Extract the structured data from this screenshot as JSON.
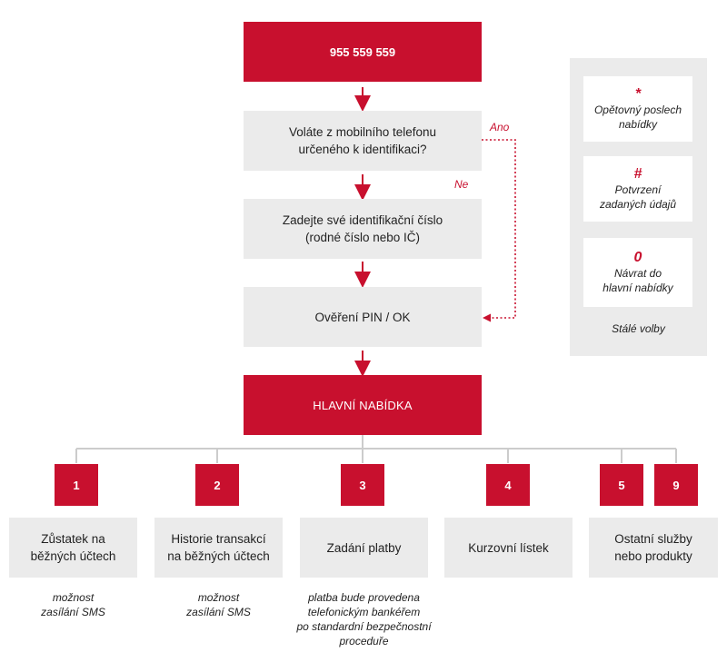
{
  "colors": {
    "accent": "#c8102e",
    "box_grey": "#ebebeb",
    "line_grey": "#cccccc"
  },
  "flow": {
    "phone_number": "955 559 559",
    "q_mobile": "Voláte z mobilního telefonu\nurčeného k identifikaci?",
    "label_yes": "Ano",
    "label_no": "Ne",
    "enter_id": "Zadejte své identifikační číslo\n(rodné číslo nebo IČ)",
    "verify_pin": "Ověření PIN / OK",
    "main_menu": "HLAVNÍ NABÍDKA"
  },
  "options": [
    {
      "number": "1",
      "label": "Zůstatek na\nběžných účtech",
      "note": "možnost\nzasílání SMS"
    },
    {
      "number": "2",
      "label": "Historie transakcí\nna běžných účtech",
      "note": "možnost\nzasílání SMS"
    },
    {
      "number": "3",
      "label": "Zadání platby",
      "note": "platba bude provedena\ntelefonickým bankéřem\npo standardní bezpečnostní\nproceduře"
    },
    {
      "number": "4",
      "label": "Kurzovní lístek",
      "note": ""
    },
    {
      "number": "5",
      "label": "Ostatní služby\nnebo produkty",
      "note": ""
    },
    {
      "number": "9",
      "label": "",
      "note": ""
    }
  ],
  "side": {
    "items": [
      {
        "symbol": "*",
        "text": "Opětovný poslech\nnabídky"
      },
      {
        "symbol": "#",
        "text": "Potvrzení\nzadaných údajů"
      },
      {
        "symbol": "0",
        "text": "Návrat do\nhlavní nabídky"
      }
    ],
    "footer": "Stálé volby"
  }
}
